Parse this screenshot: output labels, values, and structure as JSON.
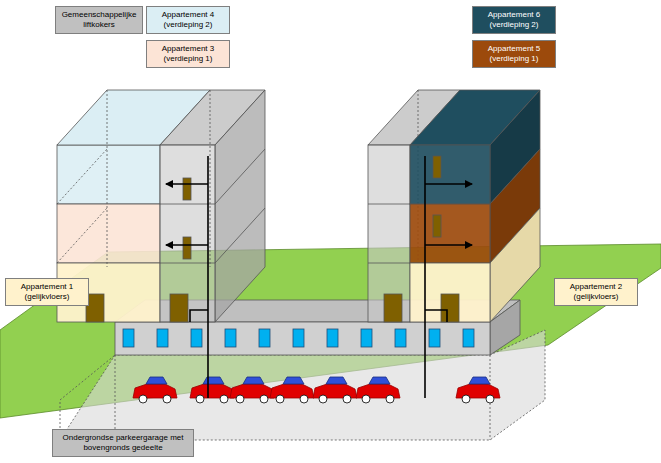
{
  "diagram": {
    "nodes": [
      {
        "text": [
          "Gemeenschappelijke liftkokers"
        ]
      },
      {
        "text": [
          "Appartement 4 (verdieping 2)"
        ]
      },
      {
        "text": [
          "Appartement 6 (verdieping 2)"
        ]
      },
      {
        "text": [
          "Appartement 3 (verdieping 1)"
        ]
      },
      {
        "text": [
          "Appartement 5 (verdieping 1)"
        ]
      },
      {
        "text": [
          "Appartement 1 (gelijkvloers)"
        ]
      },
      {
        "text": [
          "Appartement 2 (gelijkvloers)"
        ]
      },
      {
        "text": [
          "Ondergrondse parkeergarage met bovengronds gedeelte"
        ]
      }
    ]
  }
}
